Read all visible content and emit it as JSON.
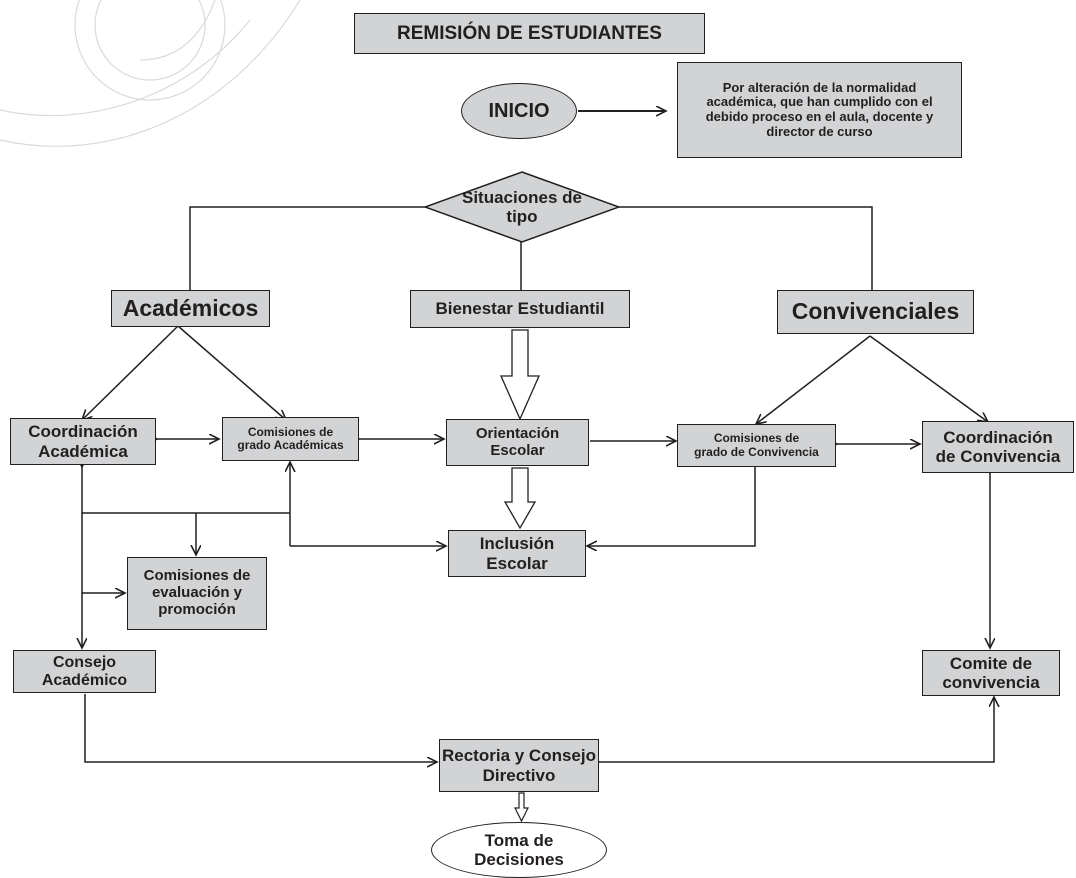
{
  "colors": {
    "box_fill": "#d2d3d5",
    "stroke": "#231f20",
    "background": "#ffffff",
    "watermark": "#d9dadb"
  },
  "title": "REMISIÓN DE ESTUDIANTES",
  "nodes": {
    "inicio": "INICIO",
    "nota_inicio": "Por alteración de la normalidad\nacadémica, que han cumplido con el\ndebido proceso en el aula, docente y\ndirector de curso",
    "situaciones": "Situaciones de\ntipo",
    "academicos": "Académicos",
    "bienestar": "Bienestar Estudiantil",
    "convivenciales": "Convivenciales",
    "coord_academica": "Coordinación\nAcadémica",
    "comisiones_academicas": "Comisiones de\ngrado Académicas",
    "orientacion": "Orientación\nEscolar",
    "comisiones_convivencia": "Comisiones de\ngrado de Convivencia",
    "coord_convivencia": "Coordinación\nde Convivencia",
    "inclusion": "Inclusión\nEscolar",
    "comisiones_evaluacion": "Comisiones de\nevaluación y\npromoción",
    "consejo_academico": "Consejo\nAcadémico",
    "comite_convivencia": "Comite de\nconvivencia",
    "rectoria": "Rectoria y Consejo\nDirectivo",
    "toma_decisiones": "Toma de\nDecisiones"
  }
}
